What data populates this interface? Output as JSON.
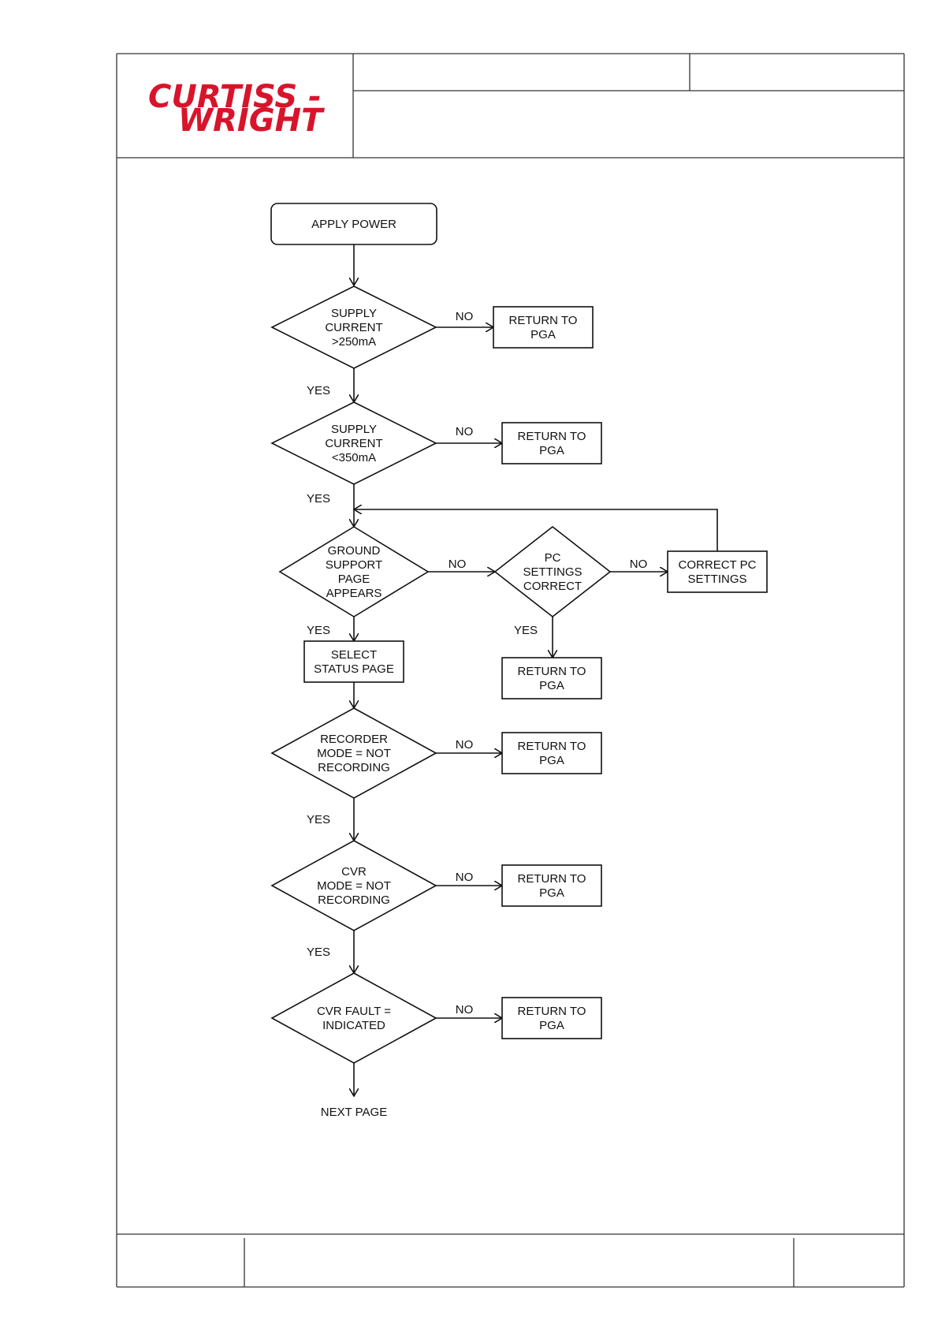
{
  "logo": {
    "line1": "CURTISS -",
    "line2": "WRIGHT",
    "color": "#d8142b"
  },
  "flowchart": {
    "nodes": [
      {
        "id": "apply-power",
        "shape": "terminal",
        "lines": [
          "APPLY POWER"
        ]
      },
      {
        "id": "supply-current-high",
        "shape": "decision",
        "lines": [
          "SUPPLY",
          "CURRENT",
          ">250mA"
        ]
      },
      {
        "id": "return-pga-1",
        "shape": "process",
        "lines": [
          "RETURN TO",
          "PGA"
        ]
      },
      {
        "id": "supply-current-low",
        "shape": "decision",
        "lines": [
          "SUPPLY",
          "CURRENT",
          "<350mA"
        ]
      },
      {
        "id": "return-pga-2",
        "shape": "process",
        "lines": [
          "RETURN TO",
          "PGA"
        ]
      },
      {
        "id": "ground-support-page",
        "shape": "decision",
        "lines": [
          "GROUND",
          "SUPPORT",
          "PAGE",
          "APPEARS"
        ]
      },
      {
        "id": "pc-settings",
        "shape": "decision",
        "lines": [
          "PC",
          "SETTINGS",
          "CORRECT"
        ]
      },
      {
        "id": "correct-pc-settings",
        "shape": "process",
        "lines": [
          "CORRECT PC",
          "SETTINGS"
        ]
      },
      {
        "id": "return-pga-3",
        "shape": "process",
        "lines": [
          "RETURN TO",
          "PGA"
        ]
      },
      {
        "id": "select-status-page",
        "shape": "process",
        "lines": [
          "SELECT",
          "STATUS PAGE"
        ]
      },
      {
        "id": "recorder-mode",
        "shape": "decision",
        "lines": [
          "RECORDER",
          "MODE = NOT",
          "RECORDING"
        ]
      },
      {
        "id": "return-pga-4",
        "shape": "process",
        "lines": [
          "RETURN TO",
          "PGA"
        ]
      },
      {
        "id": "cvr-mode",
        "shape": "decision",
        "lines": [
          "CVR",
          "MODE = NOT",
          "RECORDING"
        ]
      },
      {
        "id": "return-pga-5",
        "shape": "process",
        "lines": [
          "RETURN TO",
          "PGA"
        ]
      },
      {
        "id": "cvr-fault",
        "shape": "decision",
        "lines": [
          "CVR FAULT =",
          "INDICATED"
        ]
      },
      {
        "id": "return-pga-6",
        "shape": "process",
        "lines": [
          "RETURN TO",
          "PGA"
        ]
      },
      {
        "id": "next-page",
        "shape": "text",
        "lines": [
          "NEXT PAGE"
        ]
      }
    ],
    "edges": [
      {
        "id": "e1",
        "from": "apply-power",
        "to": "supply-current-high",
        "label": ""
      },
      {
        "id": "e2",
        "from": "supply-current-high",
        "to": "return-pga-1",
        "label": "NO"
      },
      {
        "id": "e3",
        "from": "supply-current-high",
        "to": "supply-current-low",
        "label": "YES"
      },
      {
        "id": "e4",
        "from": "supply-current-low",
        "to": "return-pga-2",
        "label": "NO"
      },
      {
        "id": "e5",
        "from": "supply-current-low",
        "to": "ground-support-page",
        "label": "YES"
      },
      {
        "id": "e6",
        "from": "ground-support-page",
        "to": "pc-settings",
        "label": "NO"
      },
      {
        "id": "e7",
        "from": "pc-settings",
        "to": "correct-pc-settings",
        "label": "NO"
      },
      {
        "id": "e8",
        "from": "correct-pc-settings",
        "to": "ground-support-page",
        "label": ""
      },
      {
        "id": "e9",
        "from": "pc-settings",
        "to": "return-pga-3",
        "label": "YES"
      },
      {
        "id": "e10",
        "from": "ground-support-page",
        "to": "select-status-page",
        "label": "YES"
      },
      {
        "id": "e11",
        "from": "select-status-page",
        "to": "recorder-mode",
        "label": ""
      },
      {
        "id": "e12",
        "from": "recorder-mode",
        "to": "return-pga-4",
        "label": "NO"
      },
      {
        "id": "e13",
        "from": "recorder-mode",
        "to": "cvr-mode",
        "label": "YES"
      },
      {
        "id": "e14",
        "from": "cvr-mode",
        "to": "return-pga-5",
        "label": "NO"
      },
      {
        "id": "e15",
        "from": "cvr-mode",
        "to": "cvr-fault",
        "label": "YES"
      },
      {
        "id": "e16",
        "from": "cvr-fault",
        "to": "return-pga-6",
        "label": "NO"
      },
      {
        "id": "e17",
        "from": "cvr-fault",
        "to": "next-page",
        "label": ""
      }
    ]
  }
}
